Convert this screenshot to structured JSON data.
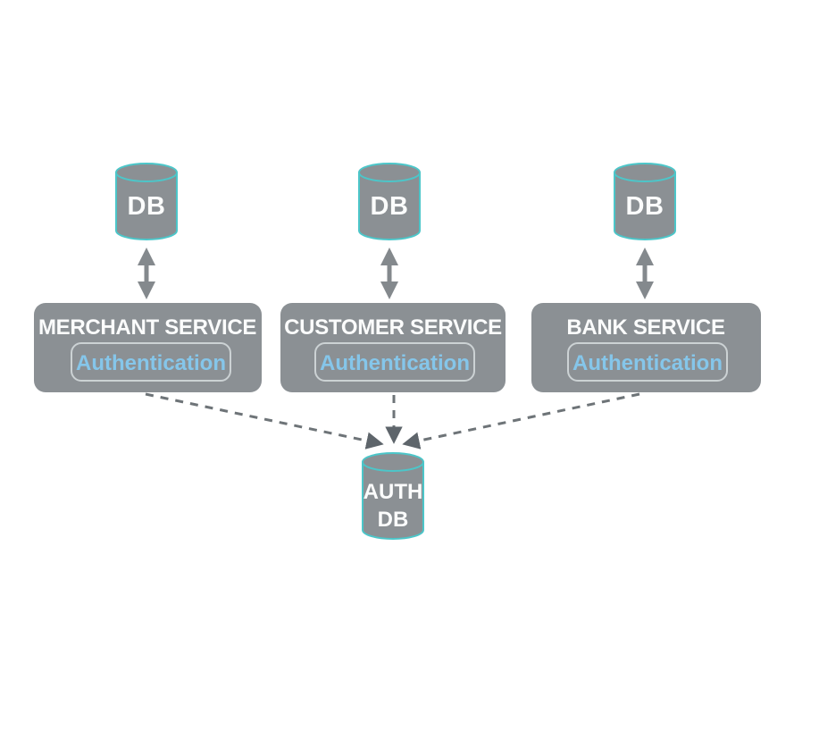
{
  "diagram": {
    "colors": {
      "background": "#ffffff",
      "node_fill": "#8b9094",
      "cylinder_stroke": "#4cc6c9",
      "service_title_text": "#fbfcfc",
      "db_label_text": "#fbfcfc",
      "auth_text": "#85c6ea",
      "auth_badge_border": "#ccd2d4",
      "solid_arrow": "#84898d",
      "dashed_line": "#6e7478",
      "arrowhead": "#5e656b"
    },
    "databases": [
      {
        "label": "DB"
      },
      {
        "label": "DB"
      },
      {
        "label": "DB"
      }
    ],
    "services": [
      {
        "title": "MERCHANT SERVICE",
        "badge": "Authentication"
      },
      {
        "title": "CUSTOMER SERVICE",
        "badge": "Authentication"
      },
      {
        "title": "BANK SERVICE",
        "badge": "Authentication"
      }
    ],
    "auth_db": {
      "line1": "AUTH",
      "line2": "DB"
    }
  }
}
